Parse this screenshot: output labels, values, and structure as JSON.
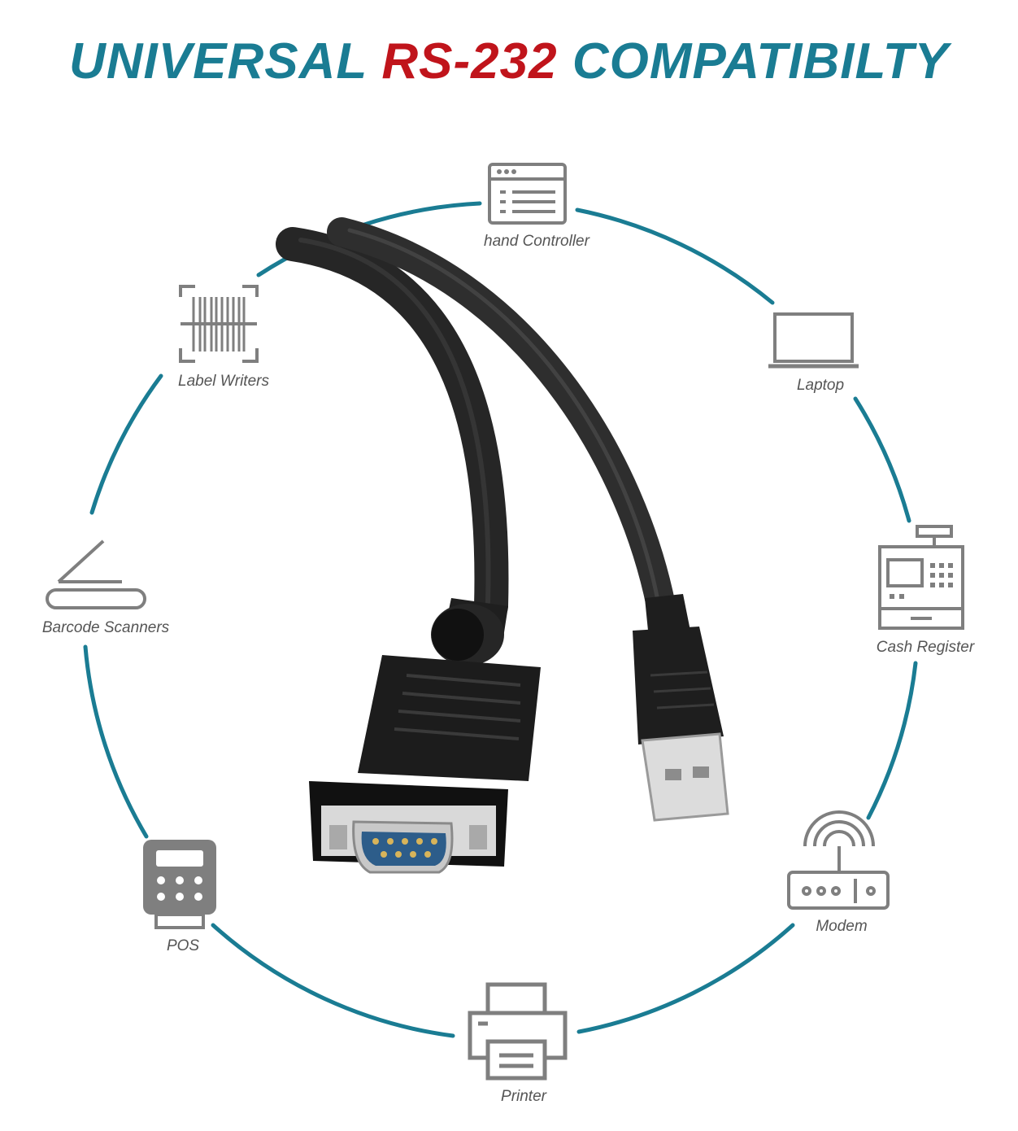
{
  "title": {
    "part1": "UNIVERSAL",
    "part2": "RS-232",
    "part3": "COMPATIBILTY"
  },
  "colors": {
    "teal": "#1a7c93",
    "red": "#c0141b",
    "icon_gray": "#7f7f7f",
    "cable": "#2b2b2b"
  },
  "devices": [
    {
      "icon": "hand-controller-icon",
      "label": "hand Controller"
    },
    {
      "icon": "laptop-icon",
      "label": "Laptop"
    },
    {
      "icon": "cash-register-icon",
      "label": "Cash Register"
    },
    {
      "icon": "modem-icon",
      "label": "Modem"
    },
    {
      "icon": "printer-icon",
      "label": "Printer"
    },
    {
      "icon": "pos-icon",
      "label": "POS"
    },
    {
      "icon": "barcode-scanner-icon",
      "label": "Barcode Scanners"
    },
    {
      "icon": "label-writer-icon",
      "label": "Label Writers"
    }
  ],
  "product": {
    "connectors": [
      "db9-serial-connector",
      "usb-a-connector"
    ]
  }
}
